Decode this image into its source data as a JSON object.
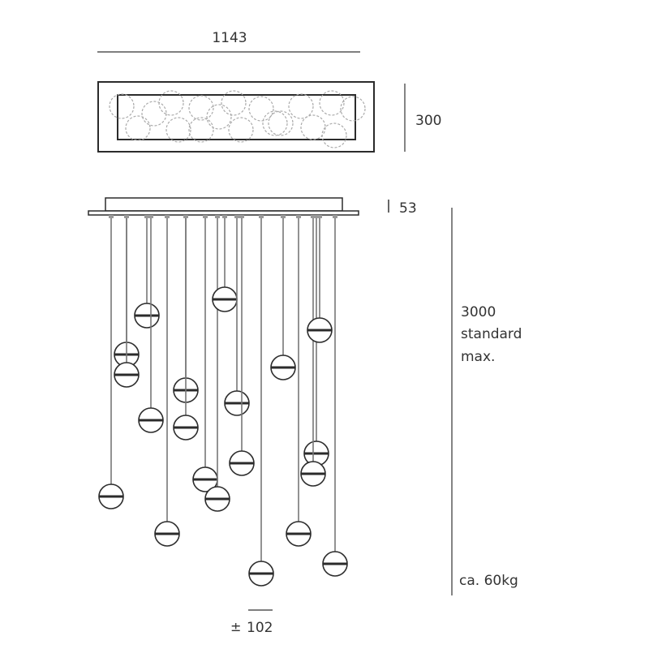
{
  "dimensions": {
    "width": "1143",
    "depth": "300",
    "canopy_height": "53",
    "drop_length_value": "3000",
    "drop_length_note_1": "standard",
    "drop_length_note_2": "max.",
    "weight": "ca. 60kg",
    "globe_diameter_prefix": "±",
    "globe_diameter": "102"
  },
  "colors": {
    "line": "#333333",
    "frame": "#2b2b2b",
    "dashed": "#aaaaaa",
    "cable": "#777777"
  }
}
